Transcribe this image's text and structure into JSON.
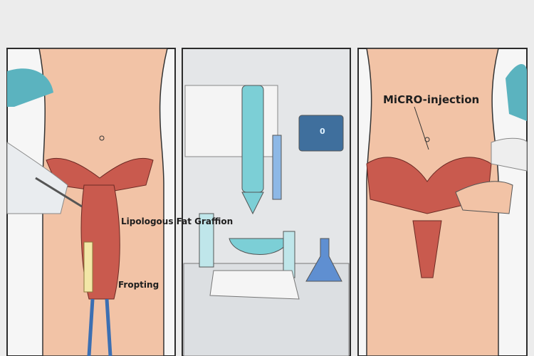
{
  "panels": {
    "left": {
      "label_fat_graft": "Lipologous Fat Graffion",
      "label_fropting": "Fropting"
    },
    "middle": {
      "monitor_value": "0"
    },
    "right": {
      "label_injection": "MiCRO-injection"
    }
  },
  "colors": {
    "skin": "#f2c3a6",
    "tissue": "#c95a4e",
    "background": "#ececec",
    "frame": "#2b2b2b",
    "lab_liquid": "#7ccfd6"
  }
}
